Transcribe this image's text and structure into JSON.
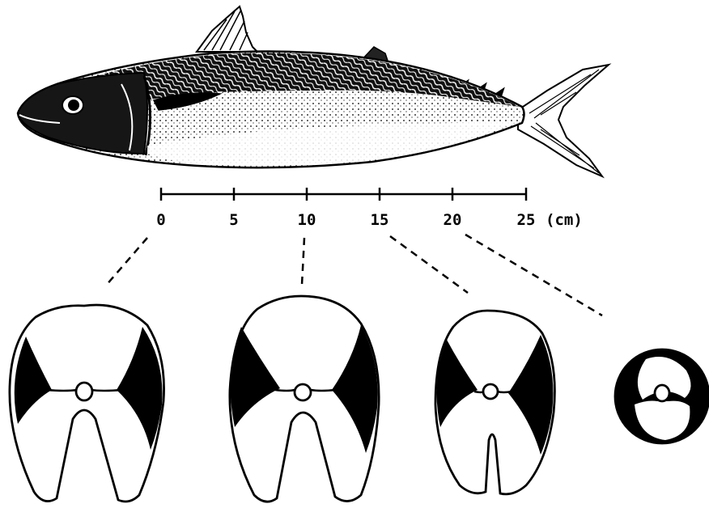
{
  "scale": {
    "ticks": [
      "0",
      "5",
      "10",
      "15",
      "20",
      "25"
    ],
    "unit": "(cm)"
  },
  "colors": {
    "ink": "#000000",
    "paper": "#ffffff"
  },
  "figure": {
    "subject": "fish-illustration",
    "sections": [
      "section-0cm",
      "section-10cm",
      "section-15cm",
      "section-20cm"
    ]
  }
}
